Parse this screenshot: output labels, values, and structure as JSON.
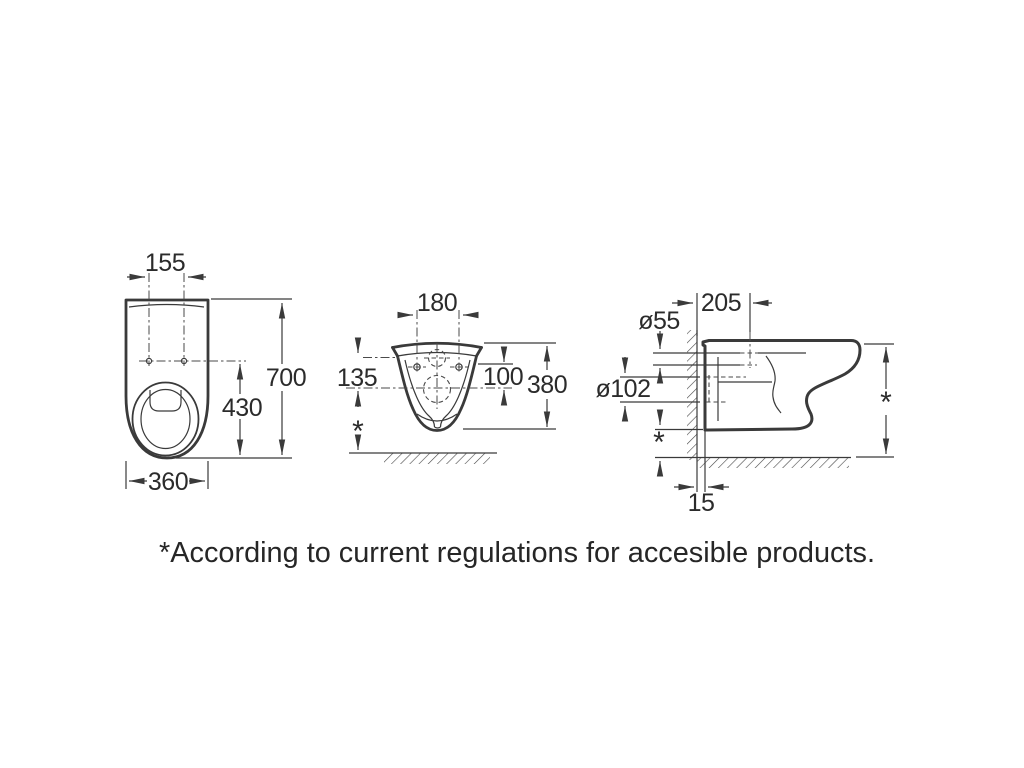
{
  "footnote": "*According to current regulations for accesible products.",
  "views": {
    "top": {
      "fixing_centers": "155",
      "depth": "700",
      "fixing_to_front": "430",
      "width": "360"
    },
    "front": {
      "fixing_centers": "180",
      "rim_to_outlet_left": "135",
      "rim_to_outlet_right": "100",
      "height": "380",
      "clearance_marker": "*"
    },
    "side": {
      "inlet_offset": "205",
      "inlet_diameter": "ø55",
      "outlet_diameter": "ø102",
      "floor_gap": "15",
      "seat_height_marker": "*",
      "bottom_clearance_marker": "*"
    }
  }
}
